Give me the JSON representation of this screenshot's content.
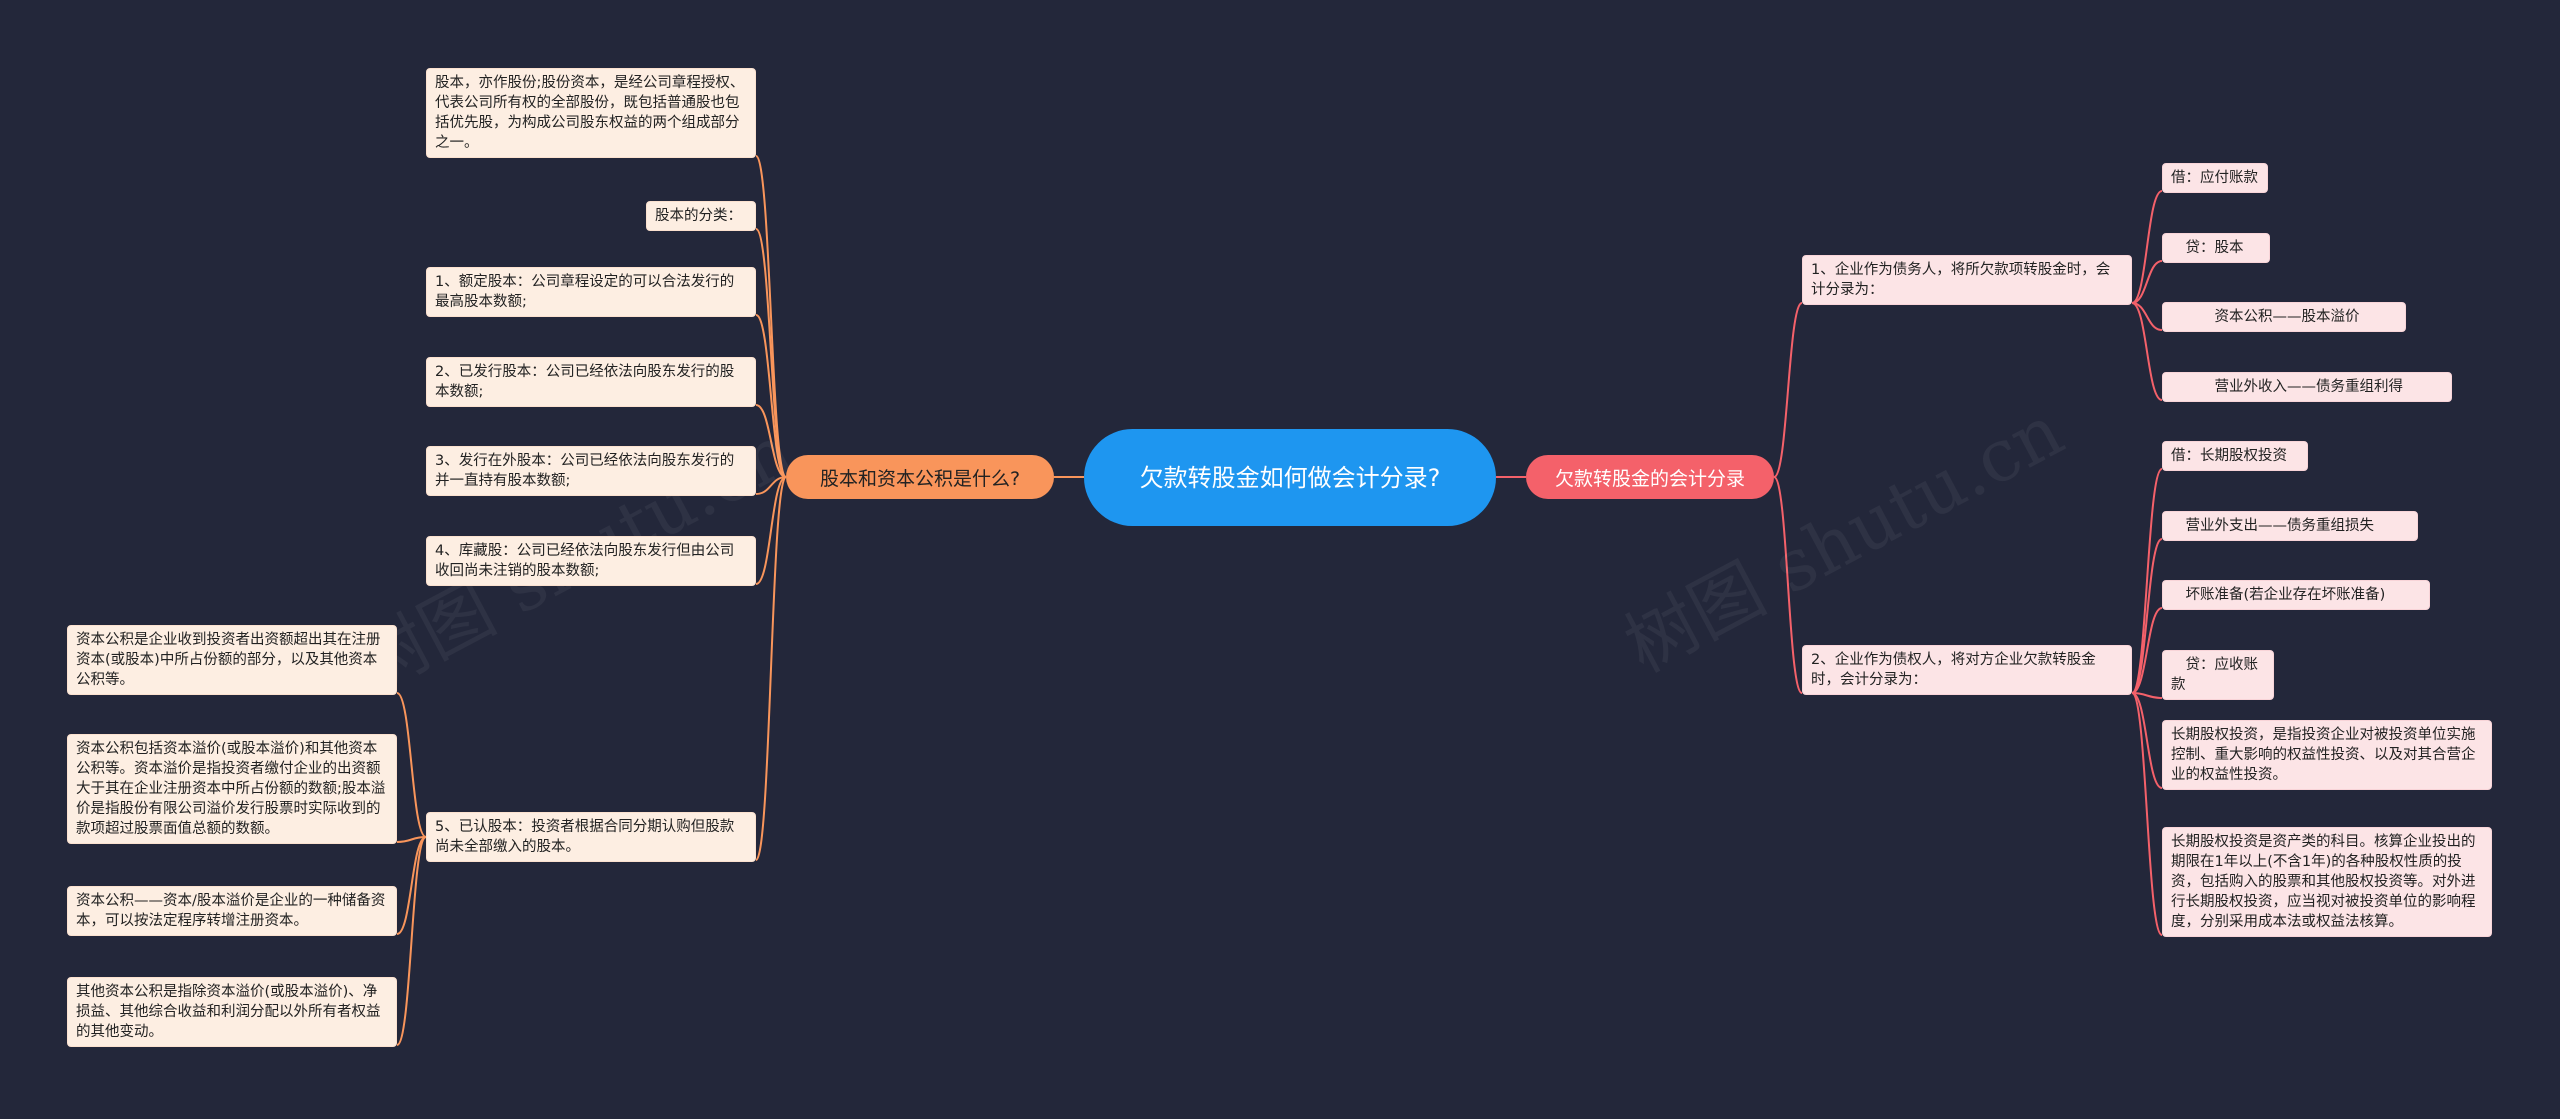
{
  "center": {
    "title": "欠款转股金如何做会计分录?"
  },
  "left_branch": {
    "label": "股本和资本公积是什么?",
    "items": [
      "股本，亦作股份;股份资本，是经公司章程授权、代表公司所有权的全部股份，既包括普通股也包括优先股，为构成公司股东权益的两个组成部分之一。",
      "股本的分类：",
      "1、额定股本：公司章程设定的可以合法发行的最高股本数额;",
      "2、已发行股本：公司已经依法向股东发行的股本数额;",
      "3、发行在外股本：公司已经依法向股东发行的并一直持有股本数额;",
      "4、库藏股：公司已经依法向股东发行但由公司收回尚未注销的股本数额;",
      "5、已认股本：投资者根据合同分期认购但股款尚未全部缴入的股本。"
    ],
    "sub_items": [
      "资本公积是企业收到投资者出资额超出其在注册资本(或股本)中所占份额的部分，以及其他资本公积等。",
      "资本公积包括资本溢价(或股本溢价)和其他资本公积等。资本溢价是指投资者缴付企业的出资额大于其在企业注册资本中所占份额的数额;股本溢价是指股份有限公司溢价发行股票时实际收到的款项超过股票面值总额的数额。",
      "资本公积——资本/股本溢价是企业的一种储备资本，可以按法定程序转增注册资本。",
      "其他资本公积是指除资本溢价(或股本溢价)、净损益、其他综合收益和利润分配以外所有者权益的其他变动。"
    ]
  },
  "right_branch": {
    "label": "欠款转股金的会计分录",
    "groups": [
      {
        "label": "1、企业作为债务人，将所欠款项转股金时，会计分录为：",
        "items": [
          "借：应付账款",
          "　贷：股本",
          "　　　资本公积——股本溢价",
          "　　　营业外收入——债务重组利得"
        ]
      },
      {
        "label": "2、企业作为债权人，将对方企业欠款转股金时，会计分录为：",
        "items": [
          "借：长期股权投资",
          "　营业外支出——债务重组损失",
          "　坏账准备(若企业存在坏账准备)",
          "　贷：应收账款",
          "长期股权投资，是指投资企业对被投资单位实施控制、重大影响的权益性投资、以及对其合营企业的权益性投资。",
          "长期股权投资是资产类的科目。核算企业投出的期限在1年以上(不含1年)的各种股权性质的投资，包括购入的股票和其他股权投资等。对外进行长期股权投资，应当视对被投资单位的影响程度，分别采用成本法或权益法核算。"
        ]
      }
    ]
  },
  "colors": {
    "background": "#23273a",
    "center": "#1e96f0",
    "left_branch": "#f9955b",
    "right_branch": "#f4616a",
    "left_line": "#f9955b",
    "right_line": "#f4616a"
  }
}
